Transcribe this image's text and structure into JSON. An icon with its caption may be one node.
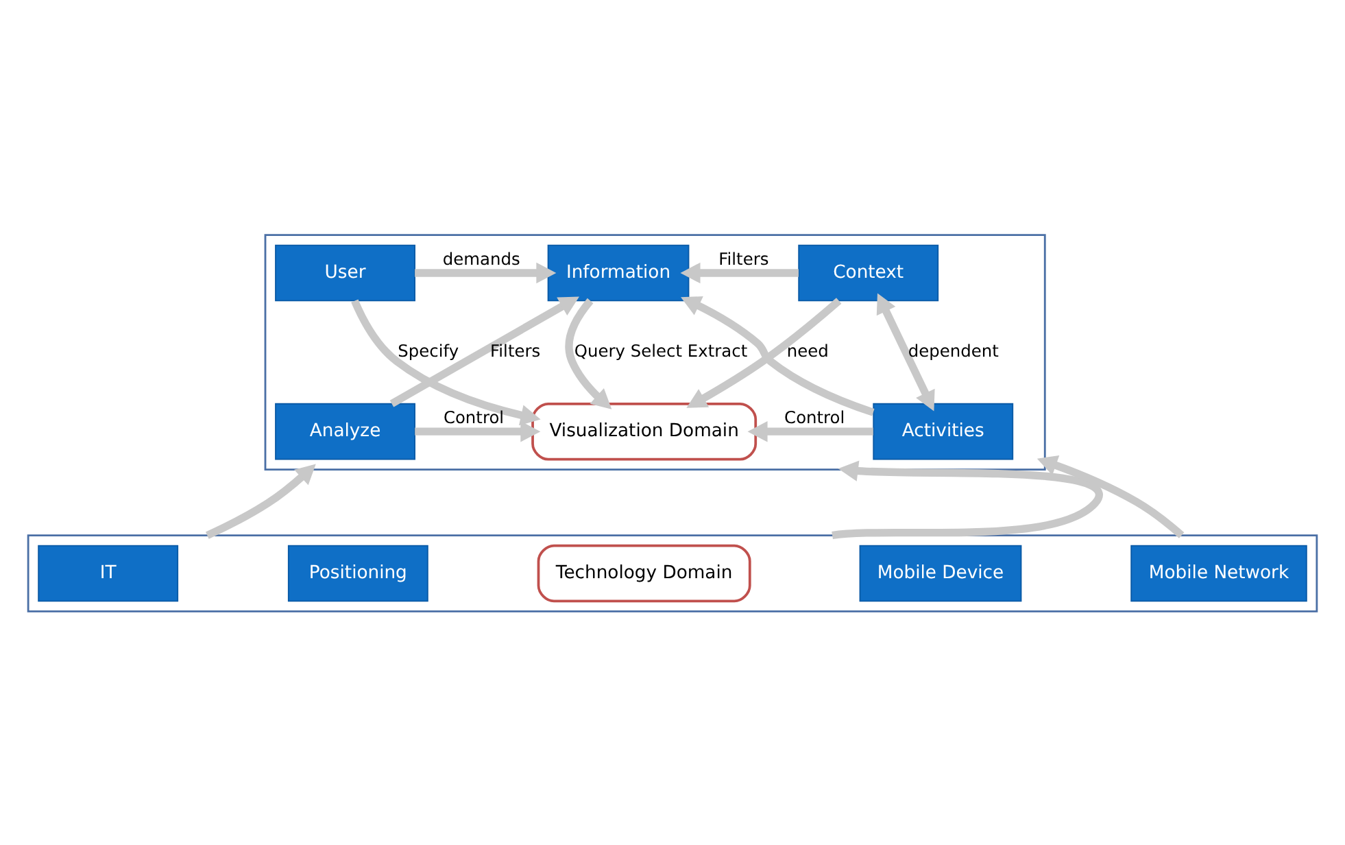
{
  "diagram": {
    "nodes": [
      {
        "text": [],
        "shape": "box"
      },
      {
        "text": [
          "User"
        ],
        "in": 0
      },
      {
        "text": [
          "Information"
        ],
        "in": 0
      },
      {
        "text": [
          "Context"
        ],
        "in": 0
      },
      {
        "text": [
          "Analyze"
        ],
        "in": 0
      },
      {
        "text": [
          "Visualization Domain"
        ],
        "in": 0
      },
      {
        "text": [
          "Activities"
        ],
        "in": 0
      },
      {
        "text": [],
        "shape": "box"
      },
      {
        "text": [
          "IT"
        ],
        "in": 7
      },
      {
        "text": [
          "Positioning"
        ],
        "in": 7
      },
      {
        "text": [
          "Technology Domain"
        ],
        "in": 7
      },
      {
        "text": [
          "Mobile Device"
        ],
        "in": 7
      },
      {
        "text": [
          "Mobile Network"
        ],
        "in": 7
      }
    ],
    "edges": [
      {
        "from": 1,
        "to": 2,
        "arrow": "to",
        "label": "demands"
      },
      {
        "from": 3,
        "to": 2,
        "arrow": "to",
        "label": "Filters"
      },
      {
        "from": 1,
        "to": 5,
        "arrow": "to",
        "label": "Specify"
      },
      {
        "from": 4,
        "to": 2,
        "arrow": "to",
        "label": "Filters"
      },
      {
        "from": 2,
        "to": 5,
        "arrow": "to",
        "label": "Query Select Extract"
      },
      {
        "from": 3,
        "to": 5,
        "arrow": "to",
        "label": "need"
      },
      {
        "from": 6,
        "to": 2,
        "arrow": "to"
      },
      {
        "from": 3,
        "to": 6,
        "arrow": "both",
        "label": "dependent"
      },
      {
        "from": 4,
        "to": 5,
        "arrow": "to",
        "label": "Control"
      },
      {
        "from": 6,
        "to": 5,
        "arrow": "to",
        "label": "Control"
      },
      {
        "from": 7,
        "to": 0,
        "arrow": "to"
      },
      {
        "from": 7,
        "to": 0,
        "arrow": "to"
      },
      {
        "from": 7,
        "to": 0,
        "arrow": "to"
      }
    ]
  }
}
